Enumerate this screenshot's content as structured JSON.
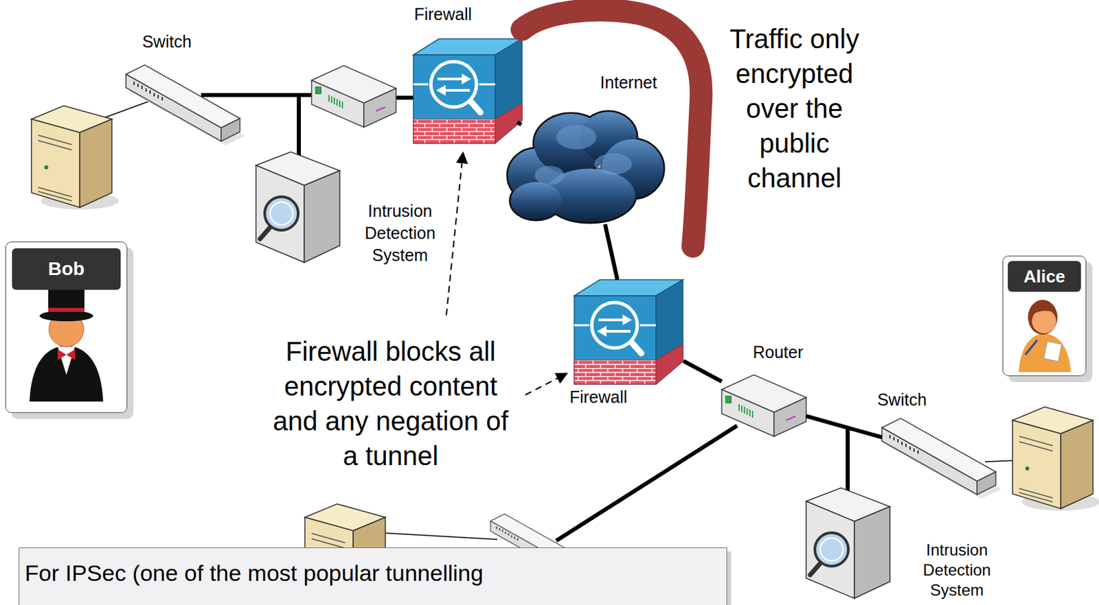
{
  "diagram": {
    "nodes": [
      {
        "text": [
          "Switch"
        ]
      },
      {
        "text": [
          "Firewall"
        ]
      },
      {
        "text": [
          "Intrusion Detection System"
        ]
      },
      {
        "text": [
          "Internet"
        ]
      },
      {
        "text": [
          "Bob"
        ]
      },
      {
        "text": [
          "Firewall"
        ]
      },
      {
        "text": [
          "Router"
        ]
      },
      {
        "text": [
          "Switch"
        ]
      },
      {
        "text": [
          "Alice"
        ]
      },
      {
        "text": [
          "Intrusion Detection System"
        ]
      },
      {
        "text": [
          "For IPSec (one of the most popular tunnelling"
        ]
      }
    ],
    "edges": [
      {
        "from": 1,
        "to": 3,
        "arrow": "none"
      },
      {
        "from": 3,
        "to": 5,
        "arrow": "none"
      },
      {
        "from": 5,
        "to": 6,
        "arrow": "none"
      },
      {
        "from": 6,
        "to": 7,
        "arrow": "none"
      }
    ],
    "labels": [
      "Traffic only encrypted over the public channel",
      "Firewall blocks all encrypted content and any negation of a tunnel"
    ]
  }
}
